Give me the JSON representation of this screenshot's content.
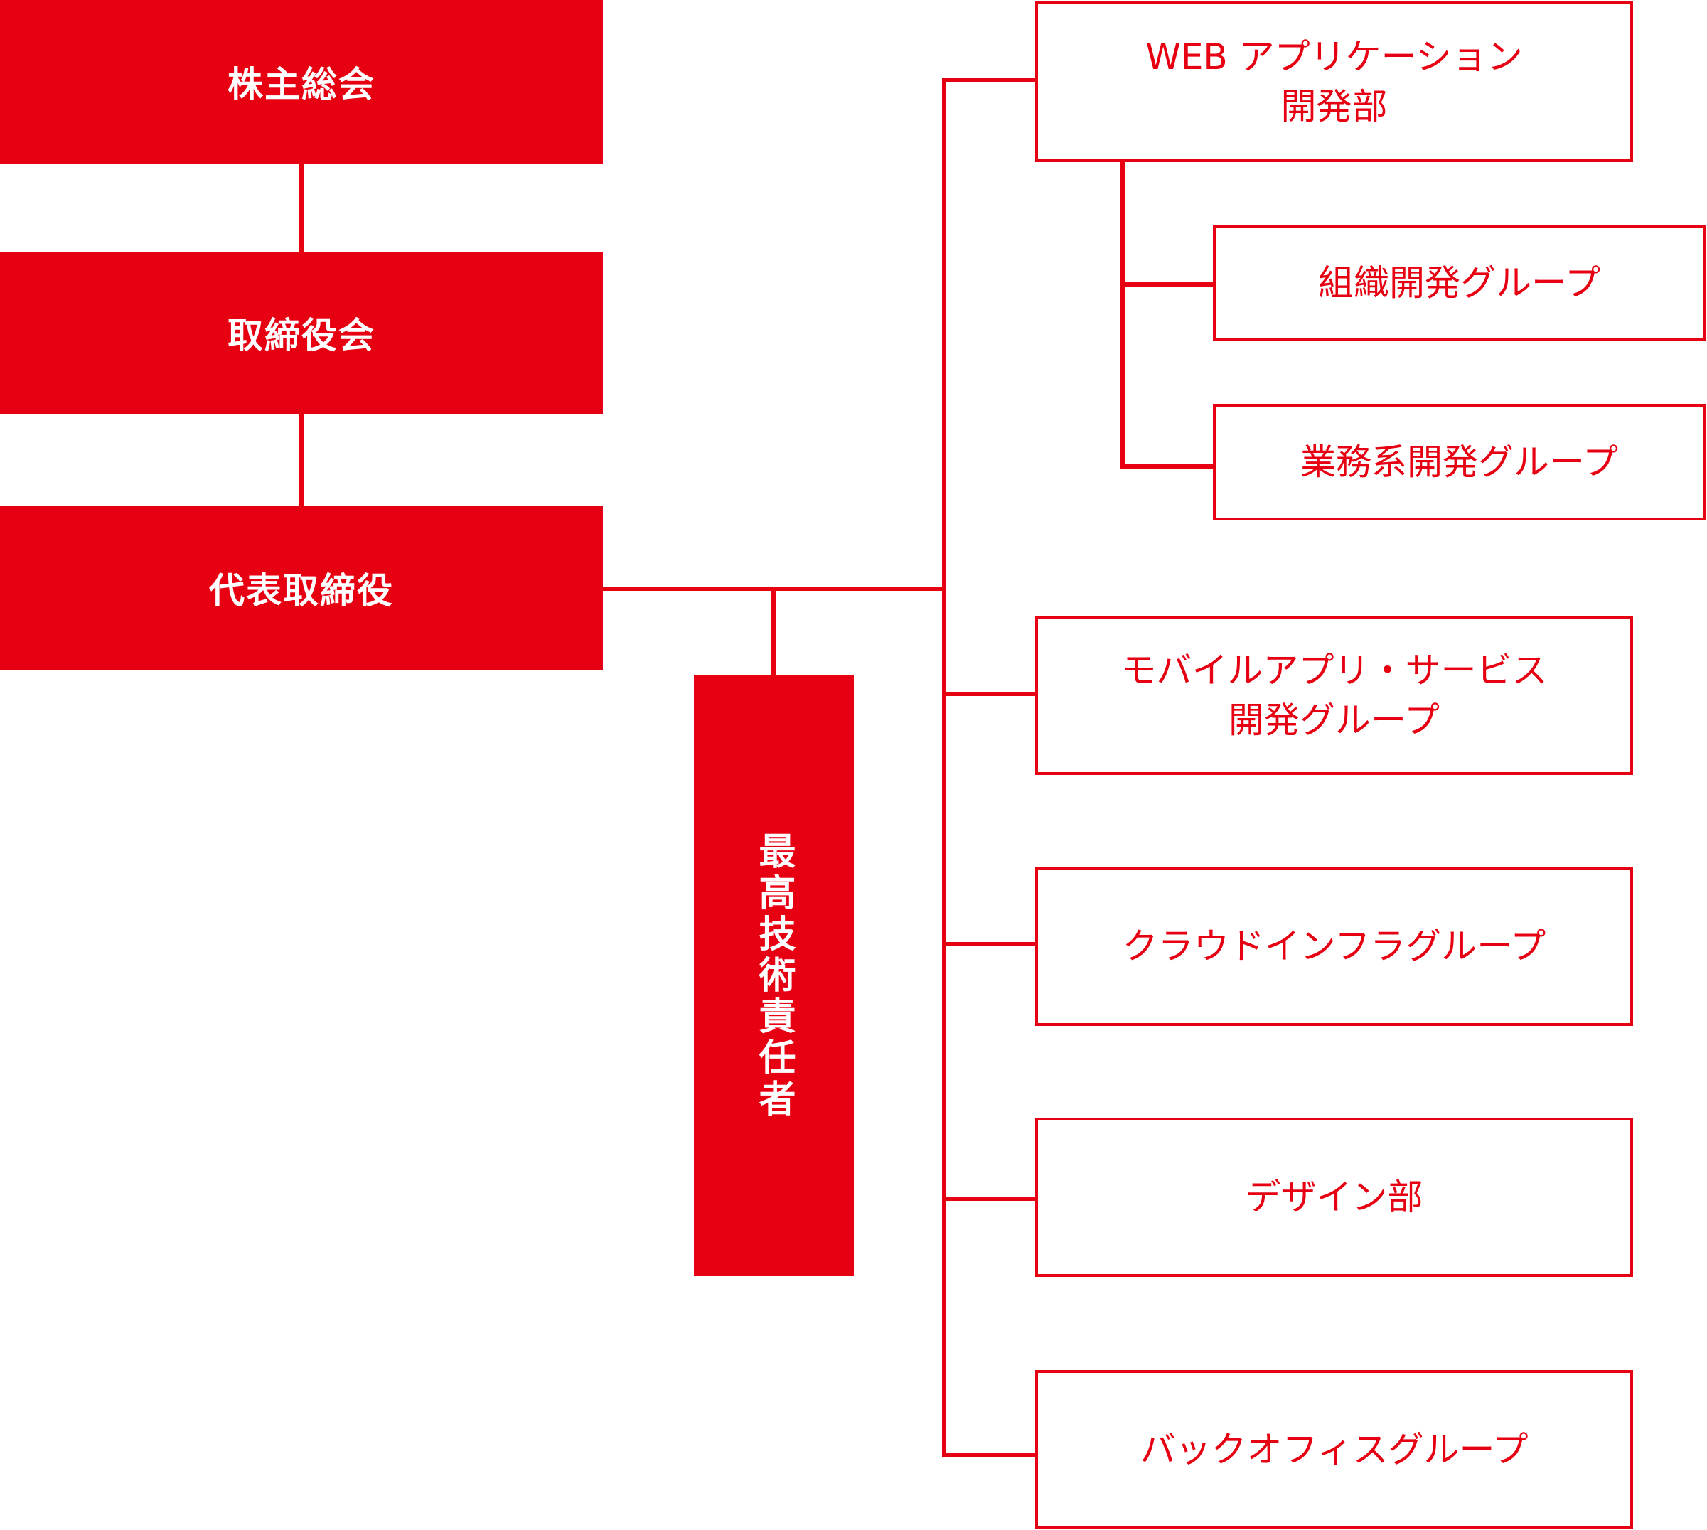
{
  "colors": {
    "brand": "#e60012",
    "on_brand": "#ffffff"
  },
  "left_column": {
    "shareholders_meeting": "株主総会",
    "board_of_directors": "取締役会",
    "representative_director": "代表取締役"
  },
  "cto": "最高技術責任者",
  "departments": {
    "web_app": {
      "line1": "WEB アプリケーション",
      "line2": "開発部"
    },
    "org_dev_group": "組織開発グループ",
    "business_dev_group": "業務系開発グループ",
    "mobile": {
      "line1": "モバイルアプリ・サービス",
      "line2": "開発グループ"
    },
    "cloud_infra_group": "クラウドインフラグループ",
    "design_dept": "デザイン部",
    "back_office_group": "バックオフィスグループ"
  }
}
